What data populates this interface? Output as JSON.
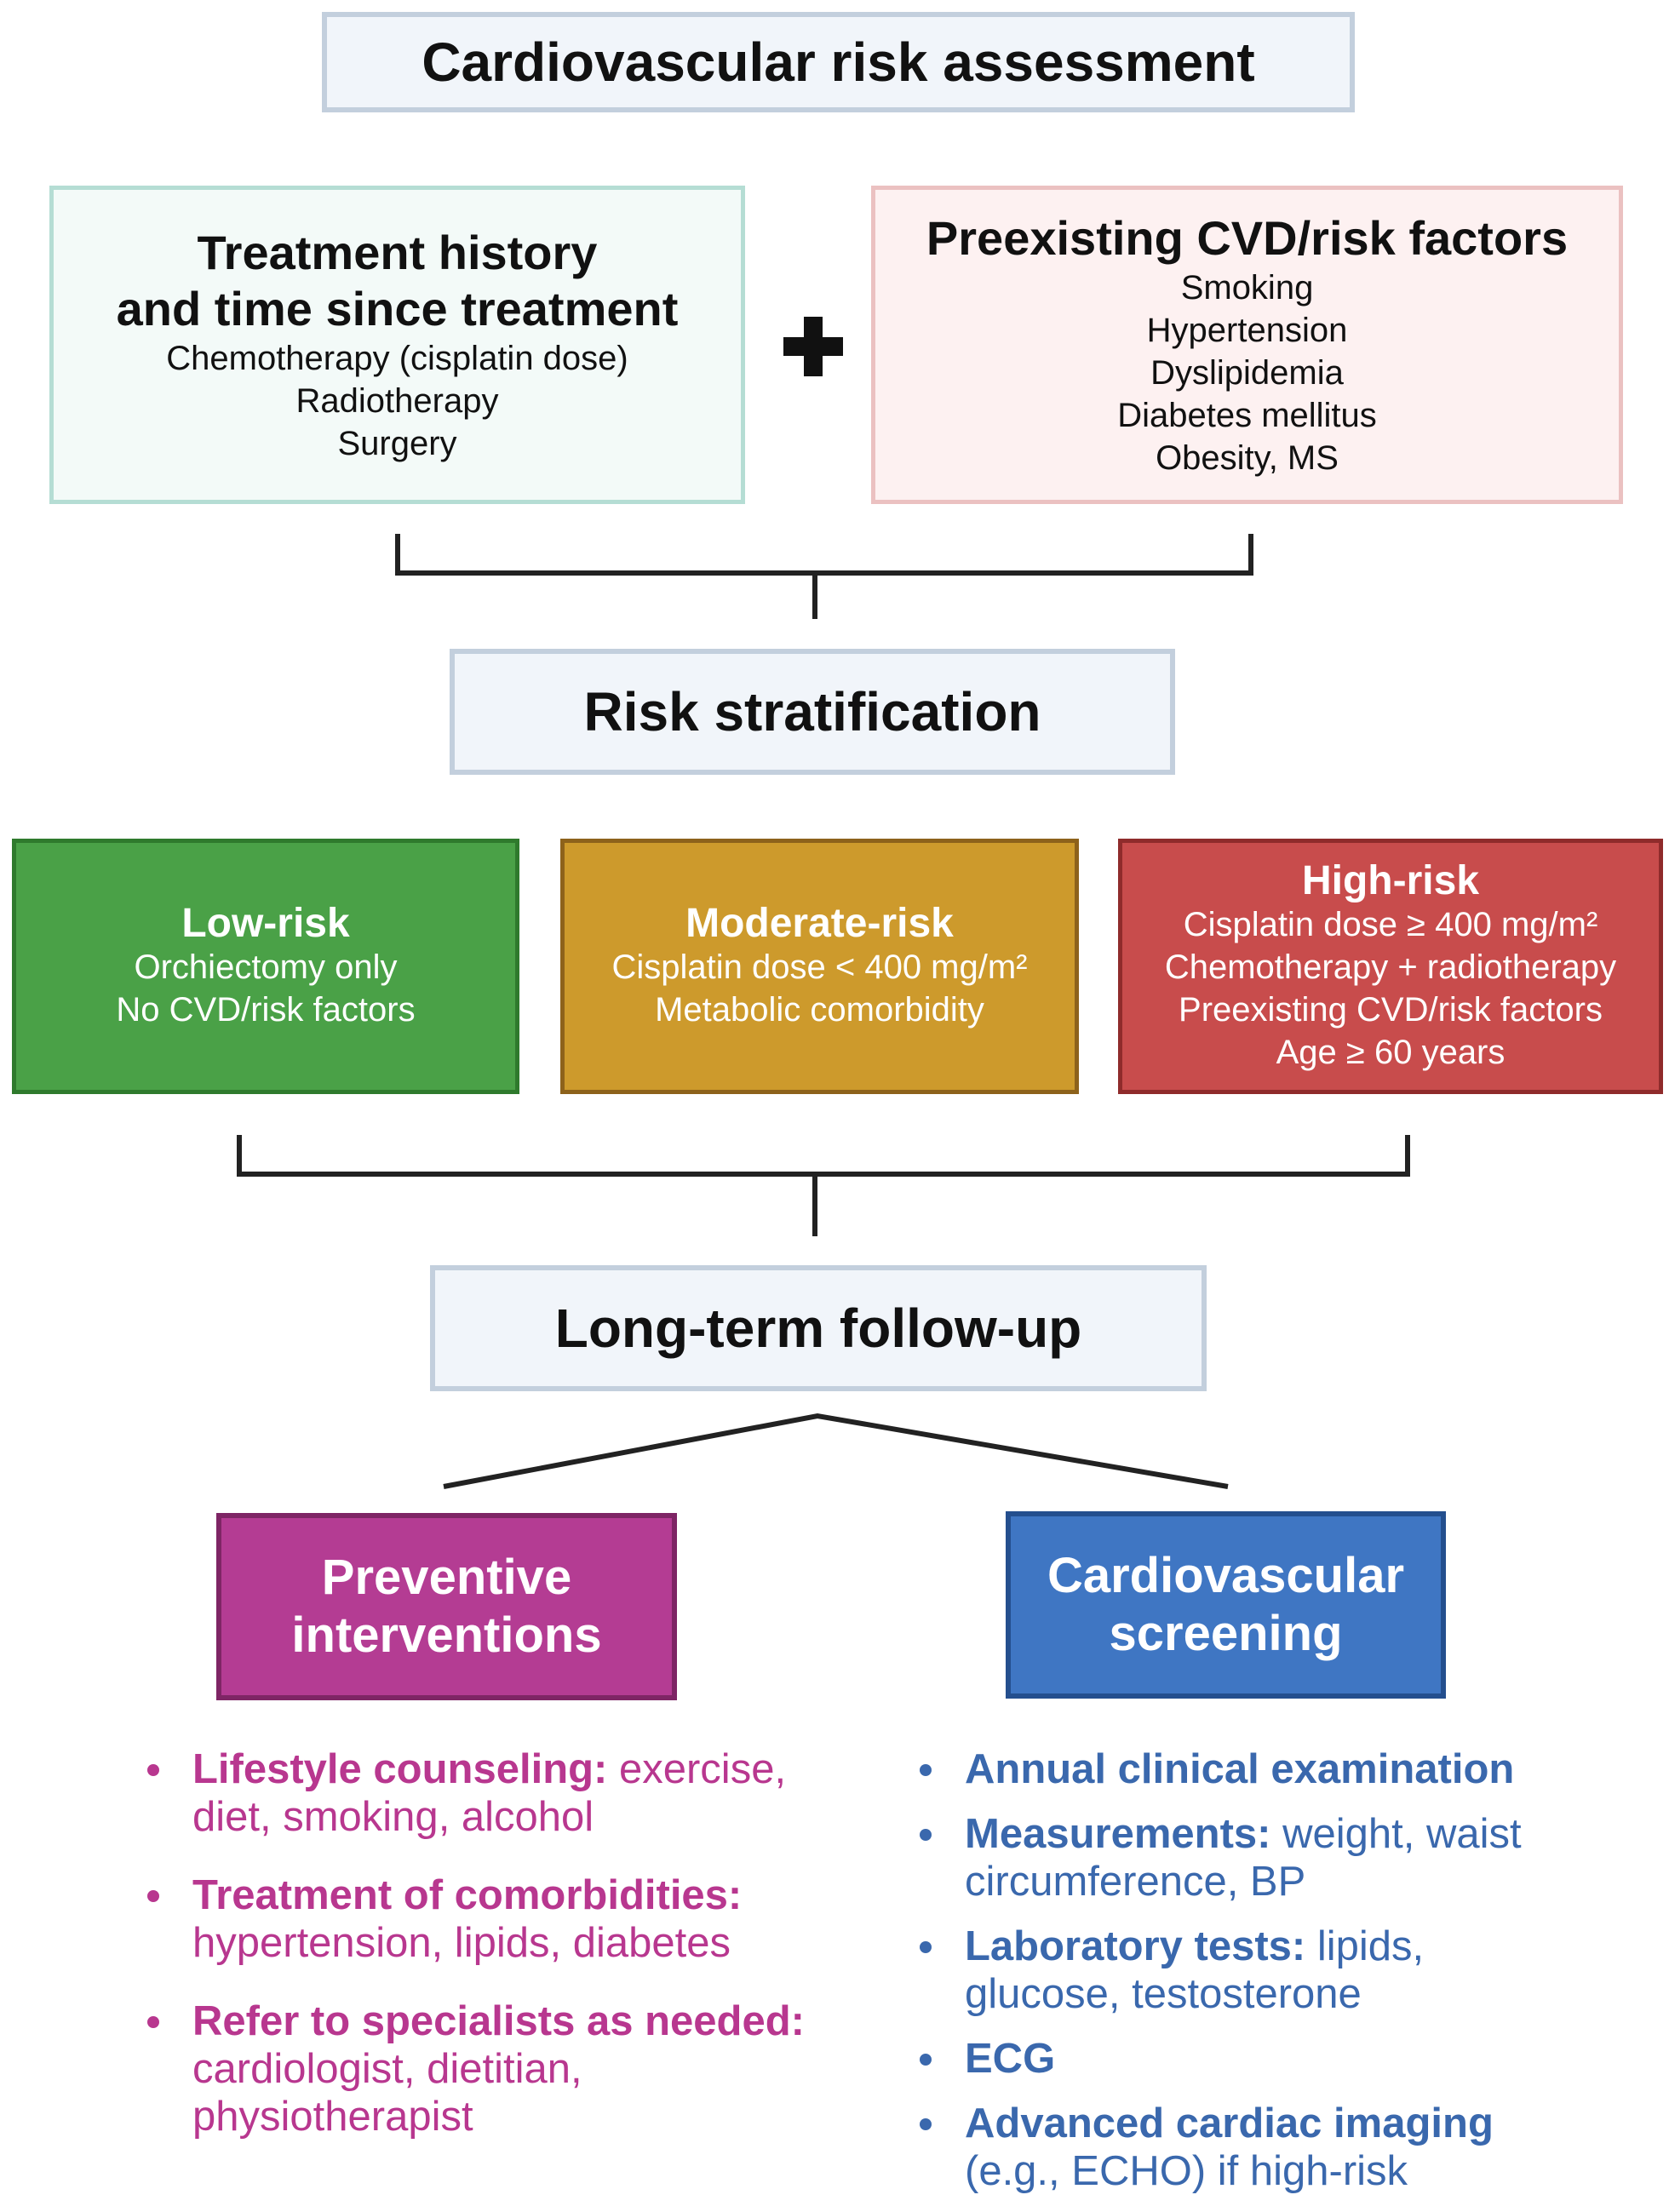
{
  "header": {
    "title": "Cardiovascular risk assessment"
  },
  "treatment_box": {
    "title_line1": "Treatment history",
    "title_line2": "and time since treatment",
    "items": [
      "Chemotherapy (cisplatin dose)",
      "Radiotherapy",
      "Surgery"
    ]
  },
  "plus_symbol": "+",
  "cvd_box": {
    "title": "Preexisting CVD/risk factors",
    "items": [
      "Smoking",
      "Hypertension",
      "Dyslipidemia",
      "Diabetes mellitus",
      "Obesity, MS"
    ]
  },
  "stratification": {
    "title": "Risk stratification"
  },
  "risk_levels": {
    "low": {
      "title": "Low-risk",
      "items": [
        "Orchiectomy only",
        "No CVD/risk factors"
      ]
    },
    "moderate": {
      "title": "Moderate-risk",
      "items": [
        "Cisplatin dose < 400 mg/m²",
        "Metabolic comorbidity"
      ]
    },
    "high": {
      "title": "High-risk",
      "items": [
        "Cisplatin dose ≥ 400 mg/m²",
        "Chemotherapy + radiotherapy",
        "Preexisting CVD/risk factors",
        "Age ≥ 60 years"
      ]
    }
  },
  "followup": {
    "title": "Long-term follow-up"
  },
  "preventive": {
    "title_line1": "Preventive",
    "title_line2": "interventions",
    "bullets": [
      {
        "bold": "Lifestyle counseling:",
        "line1_rest": " exercise,",
        "line2": "diet, smoking, alcohol"
      },
      {
        "bold": "Treatment of comorbidities:",
        "line1_rest": "",
        "line2": "hypertension, lipids, diabetes"
      },
      {
        "bold": "Refer to specialists as needed:",
        "line1_rest": "",
        "line2": "cardiologist, dietitian,",
        "line3": "physiotherapist"
      }
    ]
  },
  "screening": {
    "title_line1": "Cardiovascular",
    "title_line2": "screening",
    "bullets": [
      {
        "bold": "Annual clinical examination",
        "line1_rest": ""
      },
      {
        "bold": "Measurements:",
        "line1_rest": " weight, waist",
        "line2": "circumference, BP"
      },
      {
        "bold": "Laboratory tests:",
        "line1_rest": " lipids,",
        "line2": "glucose, testosterone"
      },
      {
        "bold": "ECG",
        "line1_rest": ""
      },
      {
        "bold": "Advanced cardiac imaging",
        "line1_rest": "",
        "line2": "(e.g., ECHO) if high-risk"
      }
    ]
  },
  "colors": {
    "low_risk": "#4aa147",
    "moderate_risk": "#cd9a2c",
    "high_risk": "#c84c4c",
    "preventive": "#b43c93",
    "screening": "#3f76c3"
  }
}
